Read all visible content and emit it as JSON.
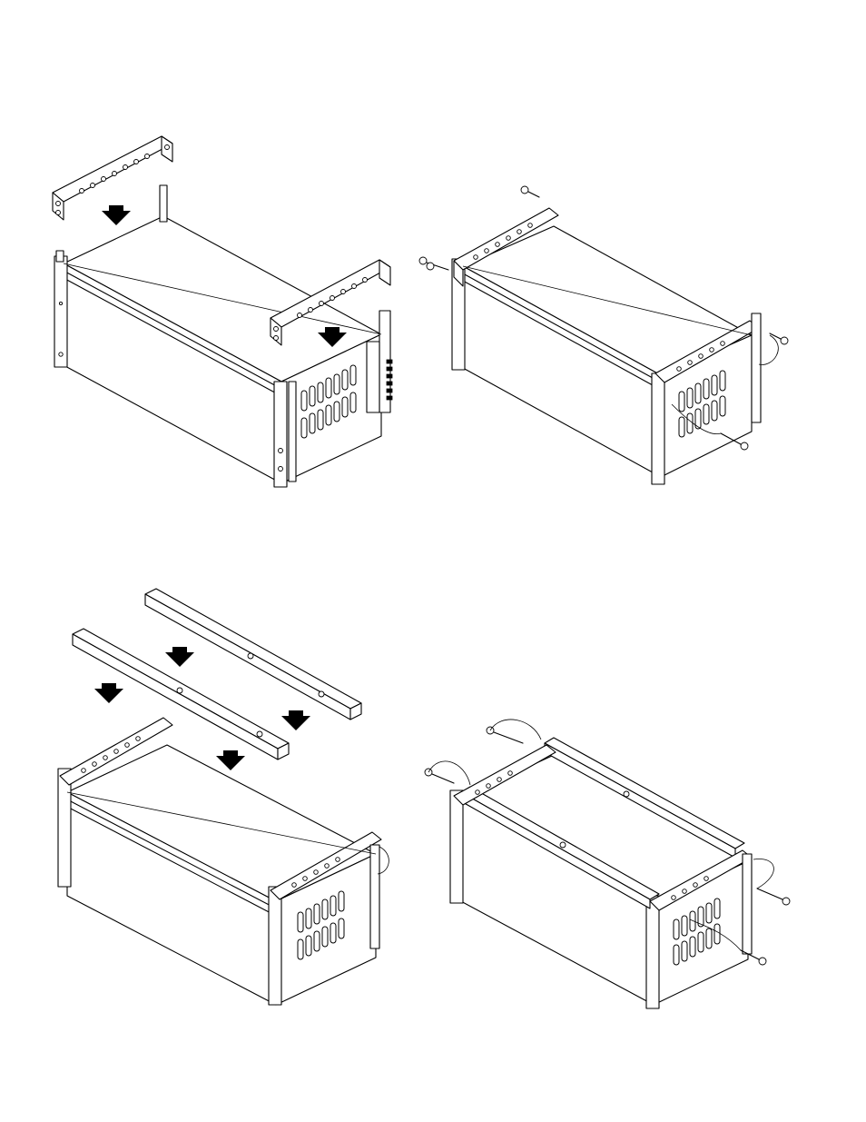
{
  "figure": {
    "kind": "line-drawing",
    "panels": [
      {
        "id": "step-1",
        "action": "front-and-rear-brackets-lowered-onto-cabinet",
        "arrows": 2
      },
      {
        "id": "step-2",
        "action": "brackets-fixed-with-pins-and-lanyards",
        "pins": 4
      },
      {
        "id": "step-3",
        "action": "two-side-rails-lowered-onto-cabinet",
        "arrows": 4
      },
      {
        "id": "step-4",
        "action": "rails-fixed-with-pins-and-lanyards",
        "pins": 4
      }
    ]
  },
  "colors": {
    "line": "#000000",
    "background": "#ffffff"
  }
}
